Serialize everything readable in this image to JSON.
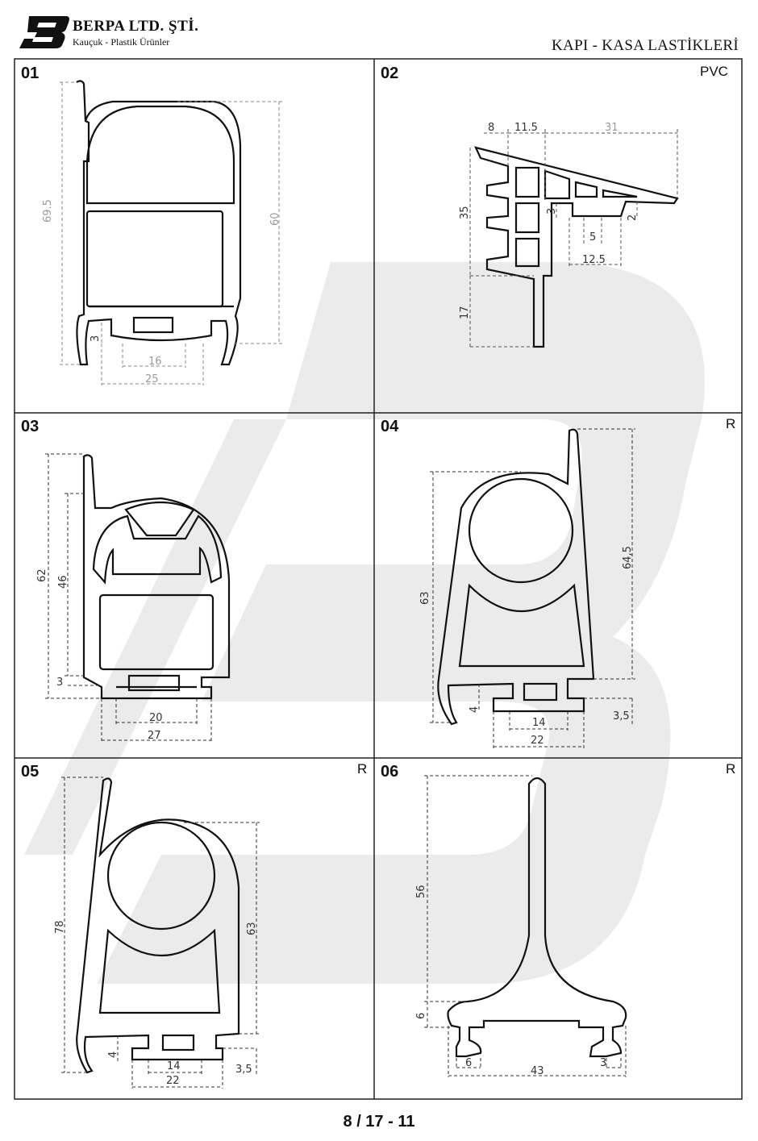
{
  "header": {
    "company": "BERPA LTD. ŞTİ.",
    "tagline": "Kauçuk - Plastik Ürünler",
    "title": "KAPI - KASA LASTİKLERİ"
  },
  "profiles": [
    {
      "code": "01",
      "material": "",
      "dims": [
        "69.5",
        "60",
        "3",
        "16",
        "25"
      ]
    },
    {
      "code": "02",
      "material": "PVC",
      "dims": [
        "8",
        "11.5",
        "31",
        "35",
        "3",
        "2",
        "5",
        "12.5",
        "17"
      ]
    },
    {
      "code": "03",
      "material": "",
      "dims": [
        "62",
        "46",
        "3",
        "20",
        "27"
      ]
    },
    {
      "code": "04",
      "material": "R",
      "dims": [
        "63",
        "64,5",
        "4",
        "3,5",
        "14",
        "22"
      ]
    },
    {
      "code": "05",
      "material": "R",
      "dims": [
        "78",
        "63",
        "4",
        "3,5",
        "14",
        "22"
      ]
    },
    {
      "code": "06",
      "material": "R",
      "dims": [
        "56",
        "6",
        "6",
        "43",
        "3"
      ]
    }
  ],
  "footer": {
    "page": "8 / 17 - 11"
  },
  "colors": {
    "line": "#111111",
    "dimension": "#555555",
    "watermark": "#e8e8e8"
  }
}
